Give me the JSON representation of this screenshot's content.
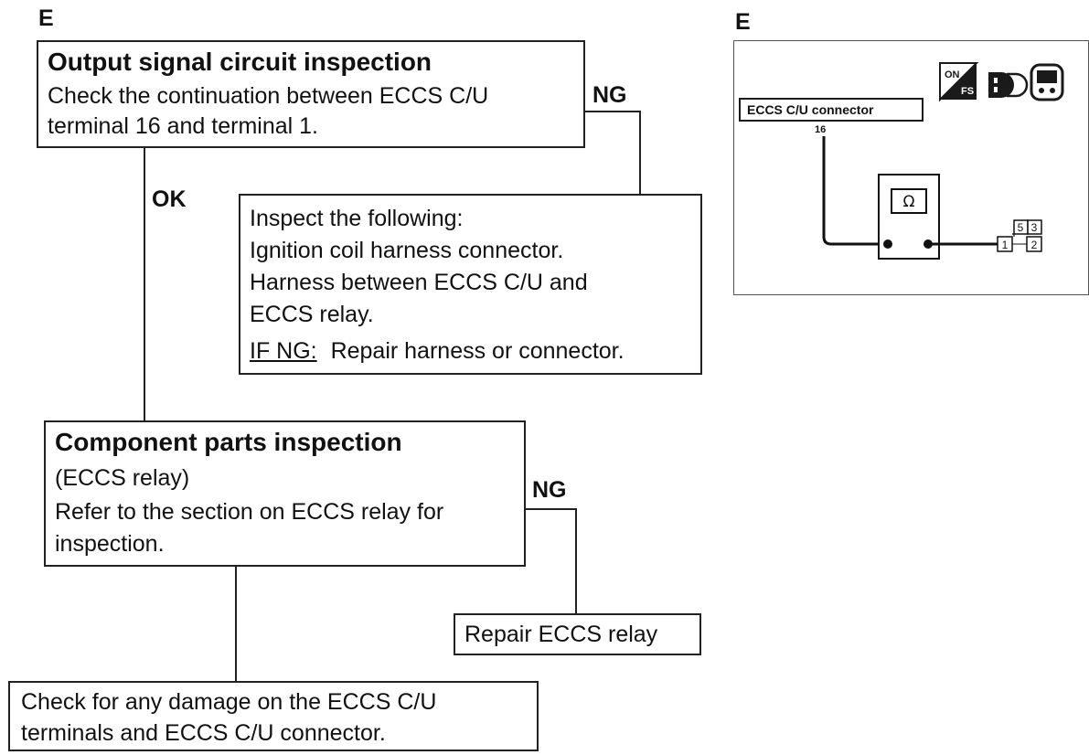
{
  "left_section": {
    "letter": "E",
    "output_box": {
      "title": "Output signal circuit inspection",
      "line1": "Check the continuation between ECCS C/U",
      "line2": "terminal 16 and terminal 1."
    },
    "ng_label_1": "NG",
    "ok_label": "OK",
    "inspect_box": {
      "line1": "Inspect the following:",
      "line2": "Ignition coil harness connector.",
      "line3": "Harness between ECCS C/U and",
      "line4": "ECCS relay.",
      "if_ng_label": "IF NG:",
      "if_ng_text": "Repair harness or connector."
    },
    "component_box": {
      "title": "Component parts inspection",
      "line1": "(ECCS relay)",
      "line2": "Refer to the section on ECCS relay for",
      "line3": "inspection."
    },
    "ng_label_2": "NG",
    "repair_box": {
      "text": "Repair ECCS relay"
    },
    "check_box": {
      "line1": "Check for any damage on the ECCS C/U",
      "line2": "terminals and ECCS C/U connector."
    }
  },
  "right_section": {
    "letter": "E",
    "connector_label": "ECCS C/U connector",
    "terminal_number": "16",
    "meter_symbol": "Ω",
    "pins": [
      "5",
      "3",
      "1",
      "2"
    ],
    "icons": [
      "ignition-off-icon",
      "connector-disconnected-icon",
      "ohmmeter-check-icon"
    ]
  }
}
